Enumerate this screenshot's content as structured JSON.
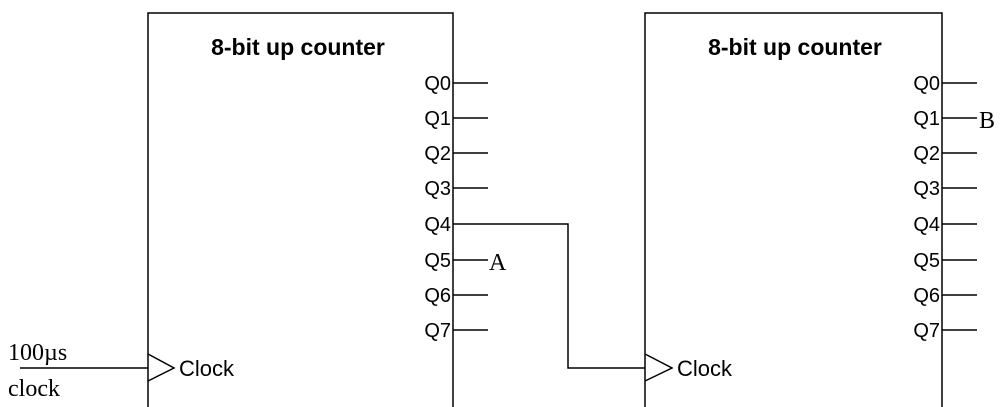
{
  "counters": [
    {
      "title": "8-bit up counter",
      "outputs": [
        "Q0",
        "Q1",
        "Q2",
        "Q3",
        "Q4",
        "Q5",
        "Q6",
        "Q7"
      ],
      "clock_label": "Clock"
    },
    {
      "title": "8-bit up counter",
      "outputs": [
        "Q0",
        "Q1",
        "Q2",
        "Q3",
        "Q4",
        "Q5",
        "Q6",
        "Q7"
      ],
      "clock_label": "Clock"
    }
  ],
  "input": {
    "line1": "100µs",
    "line2": "clock"
  },
  "probes": {
    "a": "A",
    "b": "B"
  },
  "connection": {
    "from": "Q4",
    "to": "Clock"
  }
}
